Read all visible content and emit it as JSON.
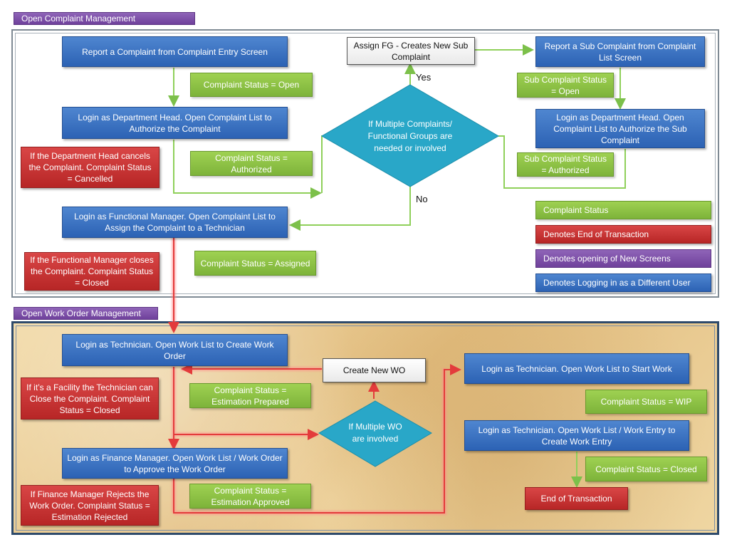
{
  "sections": {
    "complaint_title": "Open Complaint Management",
    "workorder_title": "Open Work Order Management"
  },
  "complaint": {
    "report": "Report a Complaint from Complaint Entry Screen",
    "status_open": "Complaint Status = Open",
    "login_dept_head": "Login as Department Head. Open Complaint List to Authorize the Complaint",
    "dept_head_cancel": "If the Department Head cancels the Complaint. Complaint Status = Cancelled",
    "status_authorized": "Complaint Status = Authorized",
    "login_functional_mgr": "Login as Functional Manager. Open Complaint List to Assign the Complaint to a Technician",
    "functional_mgr_close": "If the Functional Manager closes the Complaint. Complaint Status = Closed",
    "status_assigned": "Complaint Status = Assigned",
    "assign_fg": "Assign FG - Creates New Sub Complaint",
    "decision": "If Multiple Complaints/ Functional Groups are needed or involved",
    "yes": "Yes",
    "no": "No",
    "report_sub": "Report a Sub Complaint from Complaint List Screen",
    "sub_status_open": "Sub Complaint Status = Open",
    "login_dept_head_sub": "Login as Department Head. Open Complaint List to Authorize the Sub Complaint",
    "sub_status_authorized": "Sub Complaint Status = Authorized"
  },
  "legend": {
    "complaint_status": "Complaint Status",
    "end_transaction": "Denotes End of Transaction",
    "new_screens": "Denotes opening of New Screens",
    "different_user": "Denotes Logging in as a Different User"
  },
  "workorder": {
    "login_tech_create": "Login as Technician. Open Work List to Create Work Order",
    "facility_close": "If it’s a Facility the Technician can Close the Complaint. Complaint Status = Closed",
    "status_est_prepared": "Complaint Status = Estimation Prepared",
    "create_new_wo": "Create New WO",
    "decision": "If Multiple WO are involved",
    "login_finance": "Login as Finance Manager. Open Work List / Work Order to Approve the Work Order",
    "finance_reject": "If Finance Manager Rejects the Work Order. Complaint Status = Estimation Rejected",
    "status_est_approved": "Complaint Status = Estimation Approved",
    "login_tech_start": "Login as Technician. Open Work List to Start Work",
    "status_wip": "Complaint Status = WIP",
    "login_tech_entry": "Login as Technician. Open Work List / Work Entry to Create Work Entry",
    "status_closed": "Complaint Status = Closed",
    "end": "End of Transaction"
  }
}
